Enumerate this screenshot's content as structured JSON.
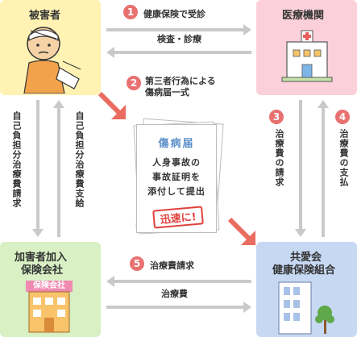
{
  "nodes": {
    "victim": "被害者",
    "hospital": "医療機関",
    "insurer_line1": "加害者加入",
    "insurer_line2": "保険会社",
    "insurer_sign": "保険会社",
    "kyoaikai_line1": "共愛会",
    "kyoaikai_line2": "健康保険組合"
  },
  "steps": {
    "s1_num": "1",
    "s1_label": "健康保険で受診",
    "s1_return": "検査・診療",
    "s2_num": "2",
    "s2_line1": "第三者行為による",
    "s2_line2": "傷病届一式",
    "s3_num": "3",
    "s3_label": "治療費の請求",
    "s4_num": "4",
    "s4_label": "治療費の支払",
    "s5_num": "5",
    "s5_label": "治療費請求",
    "s5_return": "治療費",
    "victim_to_insurer": "自己負担分治療費請求",
    "insurer_to_victim": "自己負担分治療費支給"
  },
  "document": {
    "title": "傷病届",
    "line1": "人身事故の",
    "line2": "事故証明を",
    "line3": "添付して提出",
    "stamp": "迅速に!"
  },
  "colors": {
    "victim_bg": "#fff2b3",
    "hospital_bg": "#fbd0da",
    "insurer_bg": "#d8f0c4",
    "kyoaikai_bg": "#c7d8f3",
    "step_badge": "#e8716f",
    "arrow_gray": "#c9c9c9",
    "accent_arrow": "#ea6b5f",
    "document_title": "#5b8ec8",
    "stamp_red": "#e0413c"
  }
}
